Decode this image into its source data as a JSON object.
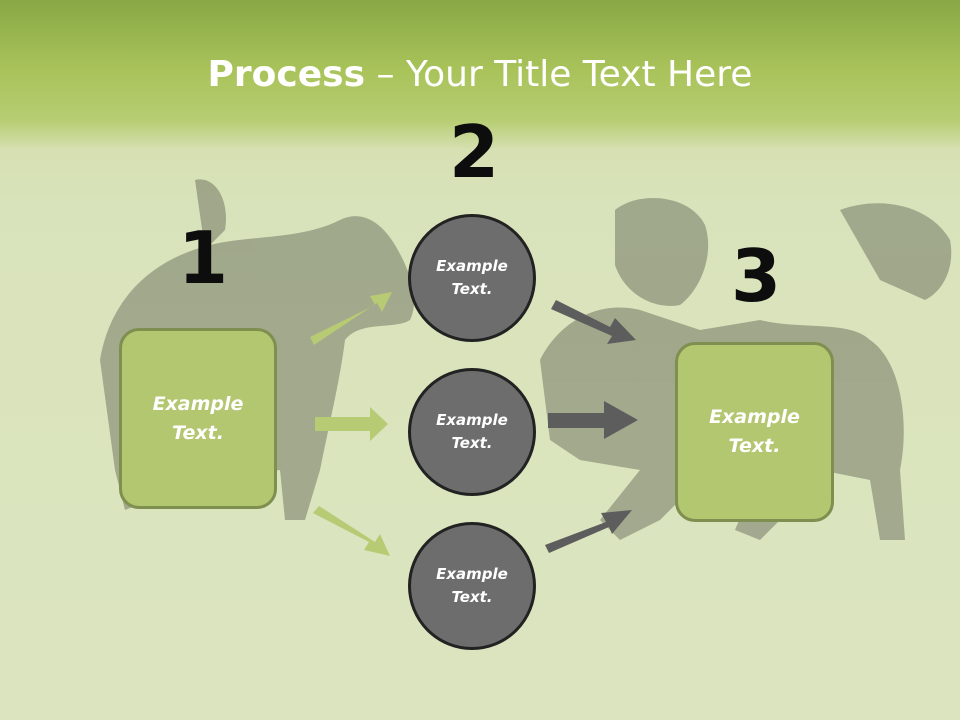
{
  "title": {
    "bold": "Process",
    "rest": " – Your Title Text Here"
  },
  "steps": {
    "n1": "1",
    "n2": "2",
    "n3": "3"
  },
  "boxes": {
    "left": {
      "l1": "Example",
      "l2": "Text."
    },
    "right": {
      "l1": "Example",
      "l2": "Text."
    }
  },
  "circles": [
    {
      "l1": "Example",
      "l2": "Text."
    },
    {
      "l1": "Example",
      "l2": "Text."
    },
    {
      "l1": "Example",
      "l2": "Text."
    }
  ],
  "colors": {
    "accent": "#b3c670",
    "circle": "#6d6d6d",
    "arrow_green": "#b7ca74",
    "arrow_gray": "#5d5d5d"
  }
}
